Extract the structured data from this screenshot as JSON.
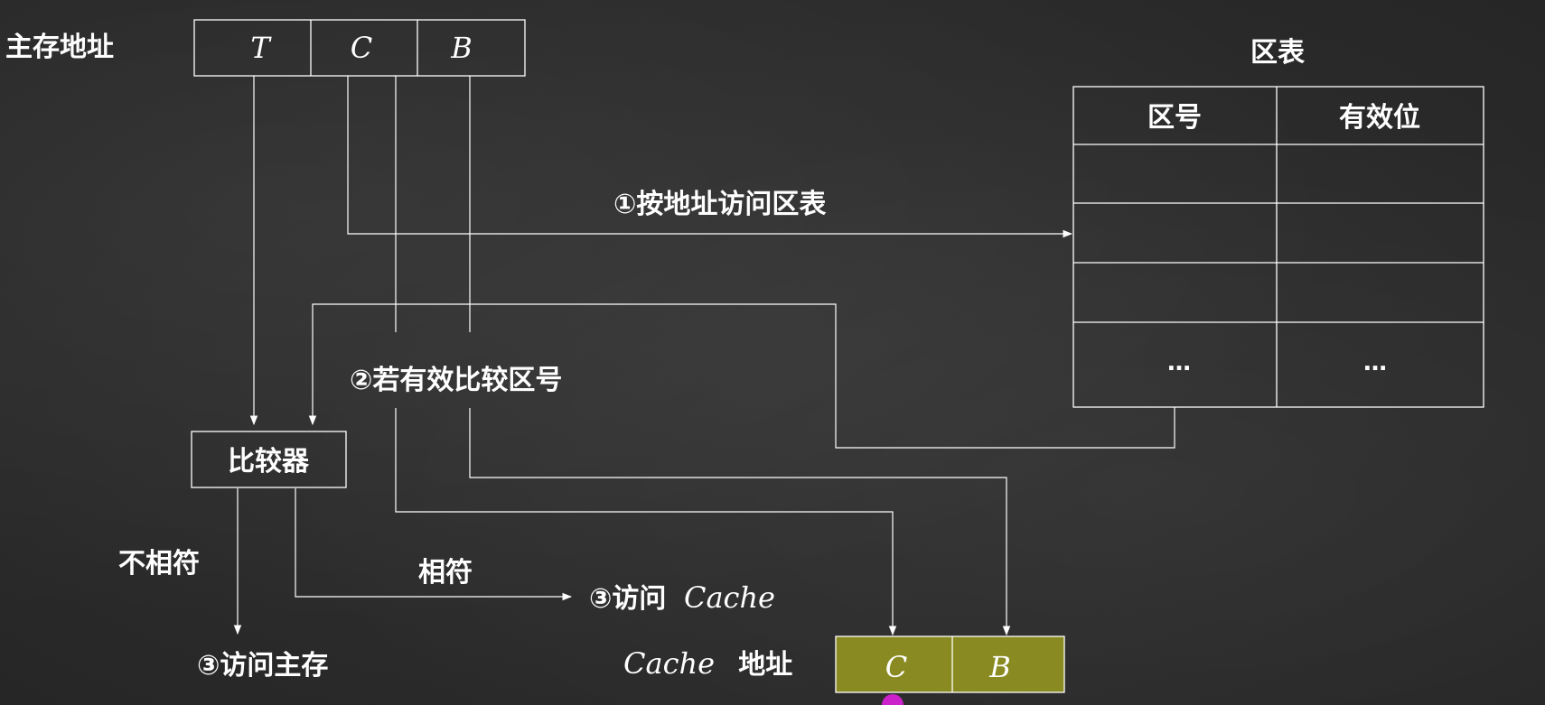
{
  "main_address": {
    "label": "主存地址",
    "fields": [
      "T",
      "C",
      "B"
    ]
  },
  "zone_table": {
    "title": "区表",
    "headers": [
      "区号",
      "有效位"
    ],
    "ellipsis": [
      "…",
      "…"
    ]
  },
  "steps": {
    "access_table": "①按地址访问区表",
    "compare_if_valid": "②若有效比较区号",
    "access_cache_prefix": "③访问",
    "access_cache_word": "Cache",
    "access_main": "③访问主存"
  },
  "comparator": {
    "label": "比较器",
    "mismatch": "不相符",
    "match": "相符"
  },
  "cache_address": {
    "label_word": "Cache",
    "label_suffix": "地址",
    "fields": [
      "C",
      "B"
    ],
    "fill_color": "#8a8a22"
  },
  "colors": {
    "background": "#2b2b2b",
    "foreground": "#ffffff",
    "pointer_dot": "#cc22cc"
  }
}
